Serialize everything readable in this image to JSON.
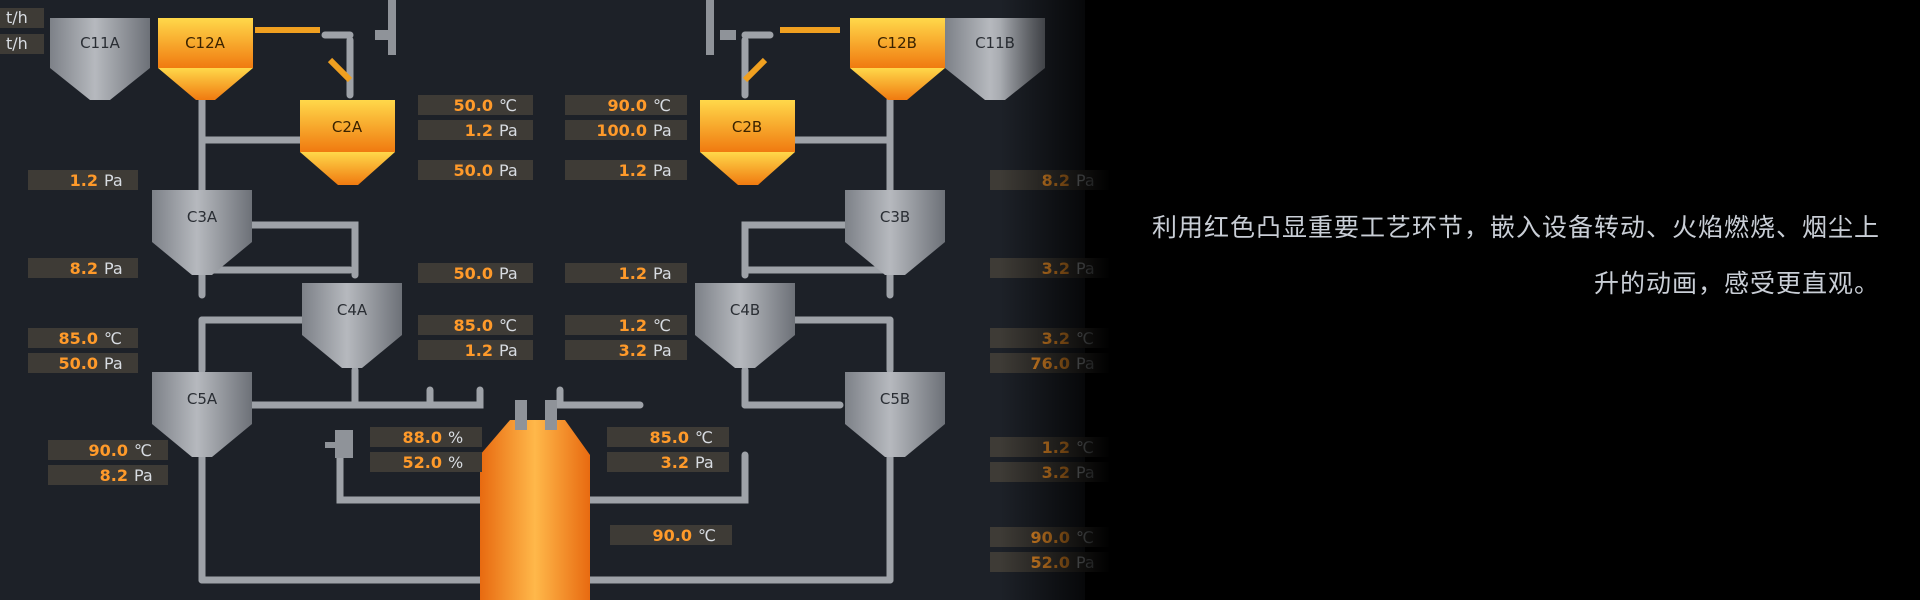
{
  "caption": {
    "line1": "利用红色凸显重要工艺环节，嵌入设备转动、火焰燃烧、烟尘上",
    "line2": "升的动画，感受更直观。"
  },
  "flow_units": [
    "t/h",
    "t/h"
  ],
  "equipment": {
    "c11a": "C11A",
    "c12a": "C12A",
    "c2a": "C2A",
    "c3a": "C3A",
    "c4a": "C4A",
    "c5a": "C5A",
    "c11b": "C11B",
    "c12b": "C12B",
    "c2b": "C2B",
    "c3b": "C3B",
    "c4b": "C4B",
    "c5b": "C5B"
  },
  "colors": {
    "background": "#1d2128",
    "value": "#ff9a2a",
    "hot_top": "#ffd84a",
    "hot_bottom": "#f07a10",
    "steel": "#9ea2a8"
  },
  "readings": [
    {
      "id": "r01",
      "value": "50.0",
      "unit": "℃"
    },
    {
      "id": "r02",
      "value": "1.2",
      "unit": "Pa"
    },
    {
      "id": "r03",
      "value": "50.0",
      "unit": "Pa"
    },
    {
      "id": "r04",
      "value": "90.0",
      "unit": "℃"
    },
    {
      "id": "r05",
      "value": "100.0",
      "unit": "Pa"
    },
    {
      "id": "r06",
      "value": "1.2",
      "unit": "Pa"
    },
    {
      "id": "r07",
      "value": "1.2",
      "unit": "Pa"
    },
    {
      "id": "r08",
      "value": "8.2",
      "unit": "Pa"
    },
    {
      "id": "r09",
      "value": "85.0",
      "unit": "℃"
    },
    {
      "id": "r10",
      "value": "50.0",
      "unit": "Pa"
    },
    {
      "id": "r11",
      "value": "90.0",
      "unit": "℃"
    },
    {
      "id": "r12",
      "value": "8.2",
      "unit": "Pa"
    },
    {
      "id": "r13",
      "value": "50.0",
      "unit": "Pa"
    },
    {
      "id": "r14",
      "value": "85.0",
      "unit": "℃"
    },
    {
      "id": "r15",
      "value": "1.2",
      "unit": "Pa"
    },
    {
      "id": "r16",
      "value": "1.2",
      "unit": "Pa"
    },
    {
      "id": "r17",
      "value": "1.2",
      "unit": "℃"
    },
    {
      "id": "r18",
      "value": "3.2",
      "unit": "Pa"
    },
    {
      "id": "r19",
      "value": "88.0",
      "unit": "%"
    },
    {
      "id": "r20",
      "value": "52.0",
      "unit": "%"
    },
    {
      "id": "r21",
      "value": "85.0",
      "unit": "℃"
    },
    {
      "id": "r22",
      "value": "3.2",
      "unit": "Pa"
    },
    {
      "id": "r23",
      "value": "90.0",
      "unit": "℃"
    },
    {
      "id": "r24",
      "value": "8.2",
      "unit": "Pa"
    },
    {
      "id": "r25",
      "value": "3.2",
      "unit": "Pa"
    },
    {
      "id": "r26",
      "value": "3.2",
      "unit": "℃"
    },
    {
      "id": "r27",
      "value": "76.0",
      "unit": "Pa"
    },
    {
      "id": "r28",
      "value": "1.2",
      "unit": "℃"
    },
    {
      "id": "r29",
      "value": "3.2",
      "unit": "Pa"
    },
    {
      "id": "r30",
      "value": "90.0",
      "unit": "℃"
    },
    {
      "id": "r31",
      "value": "52.0",
      "unit": "Pa"
    }
  ]
}
